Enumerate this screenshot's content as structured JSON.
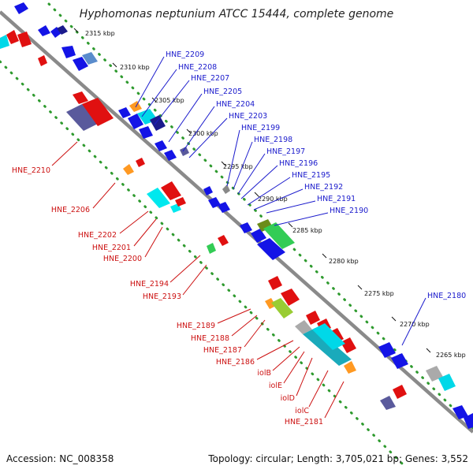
{
  "title": "Hyphomonas neptunium ATCC 15444, complete genome",
  "footer": {
    "accession": "Accession: NC_008358",
    "info": "Topology: circular; Length: 3,705,021 bp; Genes: 3,552"
  },
  "colors": {
    "backbone": "#8a8a8a",
    "dots": "#2e9a2e",
    "forward_label": "#1a1acc",
    "reverse_label": "#cc1111"
  },
  "ticks": [
    "2315 kbp",
    "2310 kbp",
    "2305 kbp",
    "2300 kbp",
    "2295 kbp",
    "2290 kbp",
    "2285 kbp",
    "2280 kbp",
    "2275 kbp",
    "2270 kbp",
    "2265 kbp"
  ],
  "labels_forward": [
    "HNE_2209",
    "HNE_2208",
    "HNE_2207",
    "HNE_2205",
    "HNE_2204",
    "HNE_2203",
    "HNE_2199",
    "HNE_2198",
    "HNE_2197",
    "HNE_2196",
    "HNE_2195",
    "HNE_2192",
    "HNE_2191",
    "HNE_2190",
    "HNE_2180"
  ],
  "labels_reverse": [
    "HNE_2210",
    "HNE_2206",
    "HNE_2202",
    "HNE_2201",
    "HNE_2200",
    "HNE_2194",
    "HNE_2193",
    "HNE_2189",
    "HNE_2188",
    "HNE_2187",
    "HNE_2186",
    "iolB",
    "iolE",
    "iolD",
    "iolC",
    "HNE_2181"
  ]
}
